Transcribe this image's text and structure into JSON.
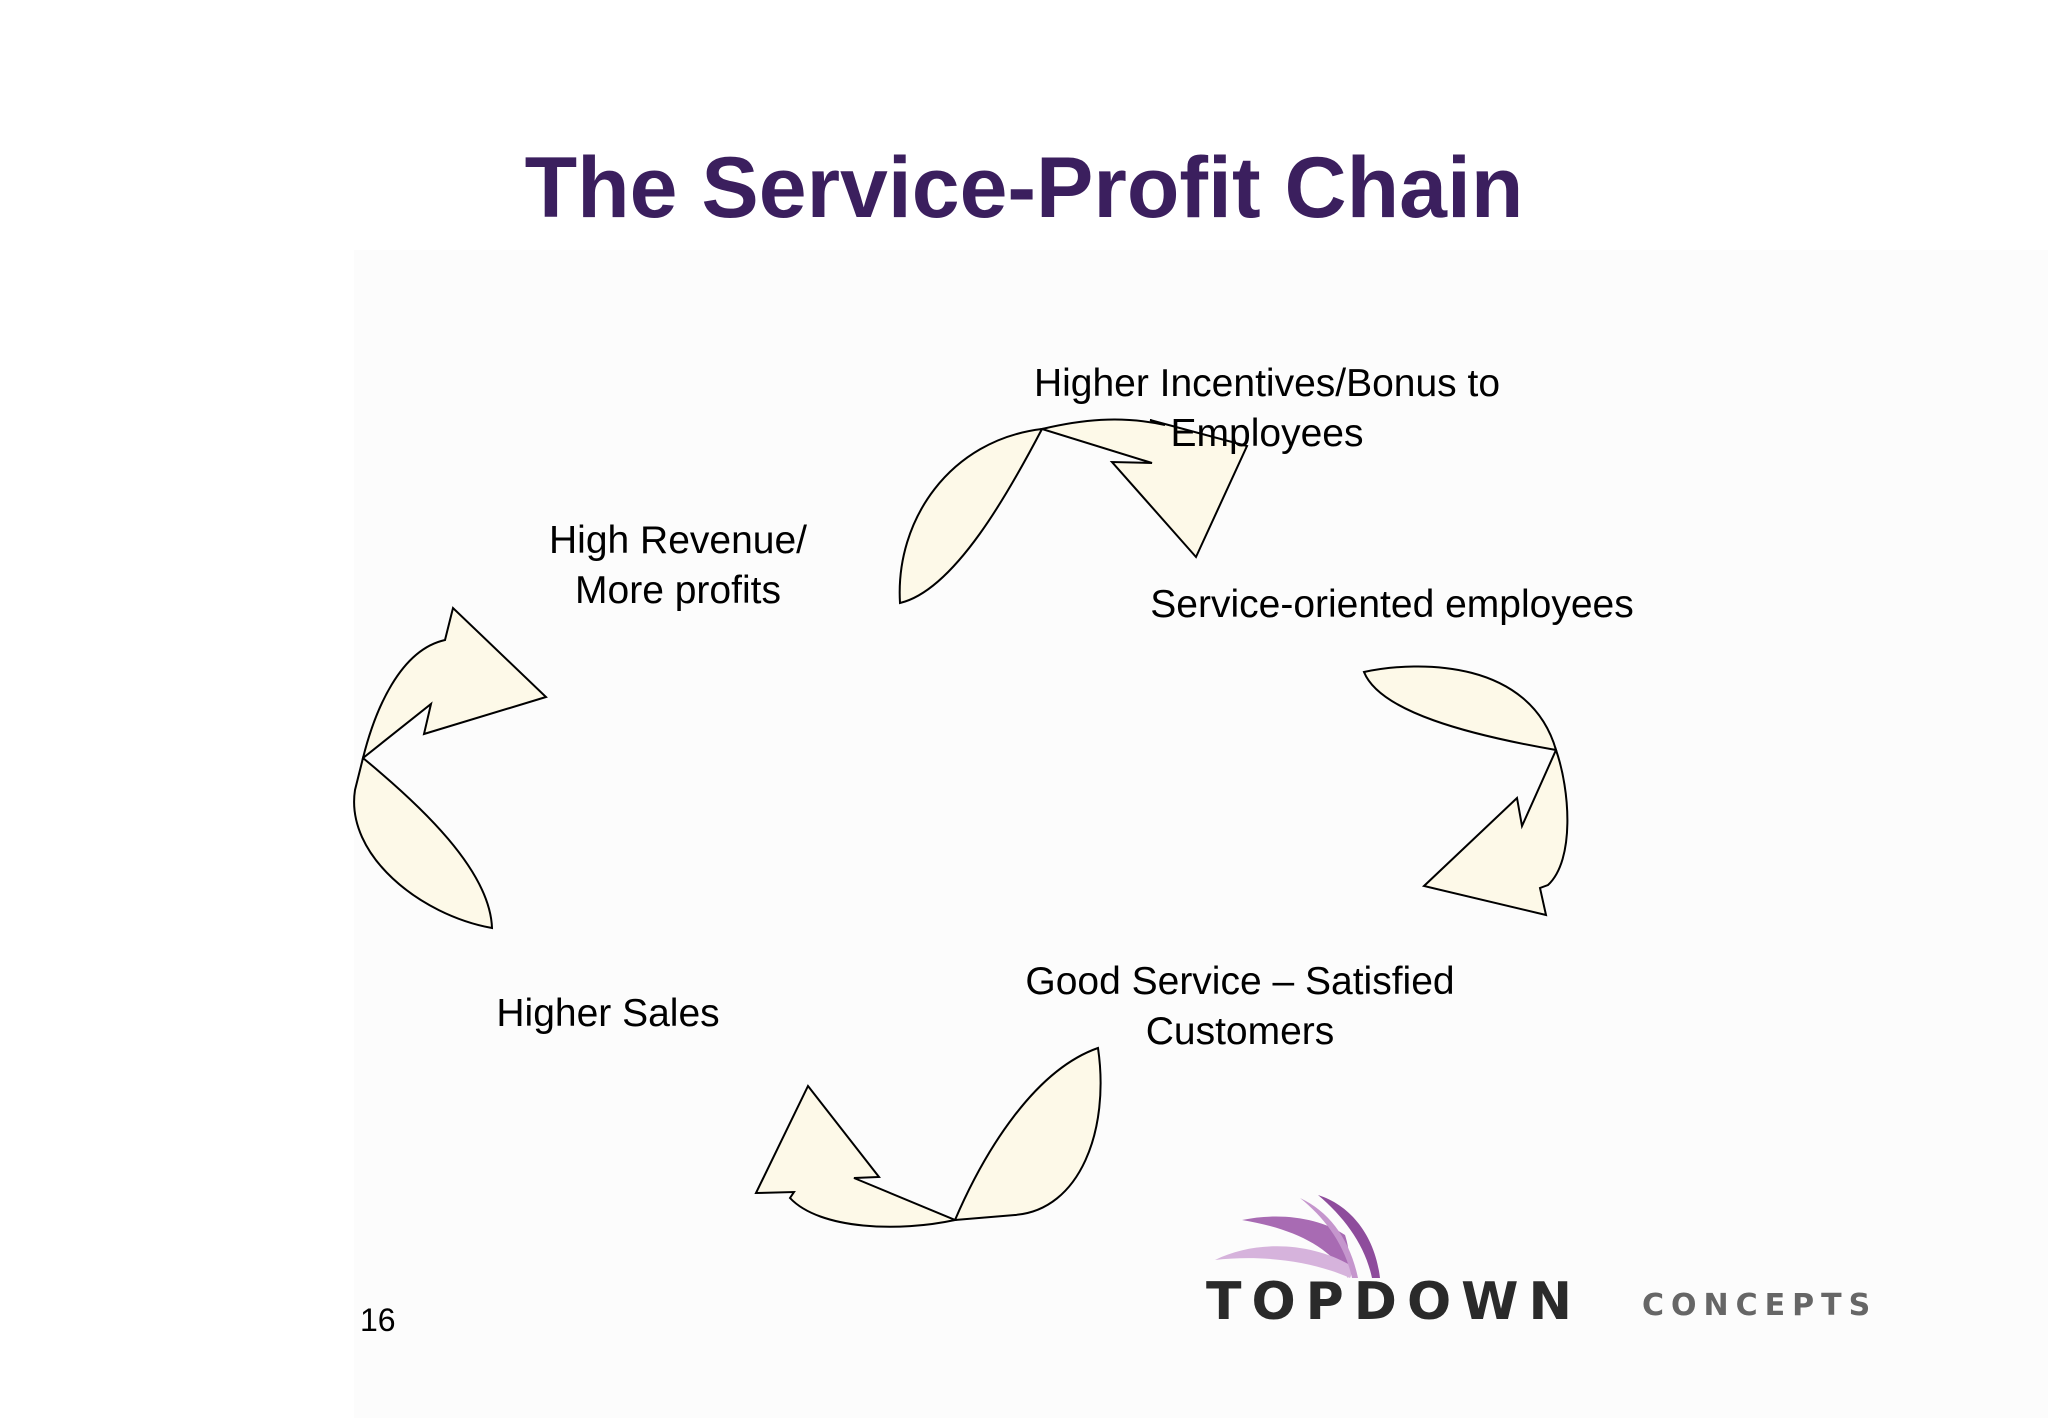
{
  "title": "The Service-Profit Chain",
  "cycle_steps": [
    {
      "text_lines": [
        "Higher Incentives/Bonus to",
        "Employees"
      ]
    },
    {
      "text_lines": [
        "Service-oriented employees"
      ]
    },
    {
      "text_lines": [
        "Good Service – Satisfied",
        "Customers"
      ]
    },
    {
      "text_lines": [
        "Higher Sales"
      ]
    },
    {
      "text_lines": [
        "High Revenue/",
        "More profits"
      ]
    }
  ],
  "arrows": [
    {
      "from": "High Revenue/ More profits",
      "to": "Higher Incentives/Bonus to Employees"
    },
    {
      "from": "Service-oriented employees",
      "to": "Good Service – Satisfied Customers"
    },
    {
      "from": "Good Service – Satisfied Customers",
      "to": "Higher Sales"
    },
    {
      "from": "Higher Sales",
      "to": "High Revenue/ More profits"
    }
  ],
  "colors": {
    "title": "#3b1f5e",
    "arrow_fill": "#fdf9e8",
    "arrow_stroke": "#000000",
    "logo_purple_dark": "#9b5aa6",
    "logo_purple_light": "#d6b3dc",
    "logo_text_main": "#2a2a2a",
    "logo_text_sub": "#666666"
  },
  "logo": {
    "main_text": "TOPDOWN",
    "sub_text": "CONCEPTS"
  },
  "page_number": "16"
}
